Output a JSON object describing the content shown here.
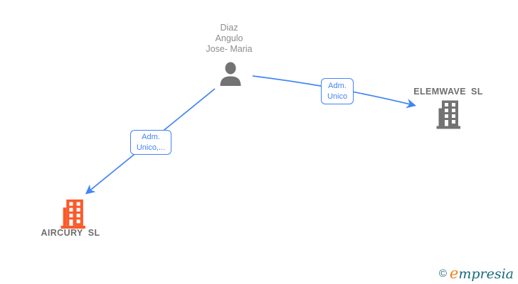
{
  "diagram": {
    "background": "#ffffff",
    "edge_color": "#4285f4",
    "person": {
      "name_line1": "Diaz",
      "name_line2": "Angulo",
      "name_line3": "Jose- Maria",
      "icon": "person-icon",
      "icon_color": "#737373"
    },
    "companies": [
      {
        "id": "elemwave",
        "name": "ELEMWAVE",
        "suffix": "SL",
        "icon": "building-icon",
        "icon_color": "#737373"
      },
      {
        "id": "aircury",
        "name": "AIRCURY",
        "suffix": "SL",
        "icon": "building-icon",
        "icon_color": "#fb5a2b"
      }
    ],
    "edges": [
      {
        "from": "person",
        "to": "elemwave",
        "label_line1": "Adm.",
        "label_line2": "Unico"
      },
      {
        "from": "person",
        "to": "aircury",
        "label_line1": "Adm.",
        "label_line2": "Unico,..."
      }
    ]
  },
  "footer": {
    "copyright_symbol": "©",
    "brand_initial": "e",
    "brand_rest": "mpresia",
    "teal": "#17697a",
    "orange": "#f08019"
  }
}
